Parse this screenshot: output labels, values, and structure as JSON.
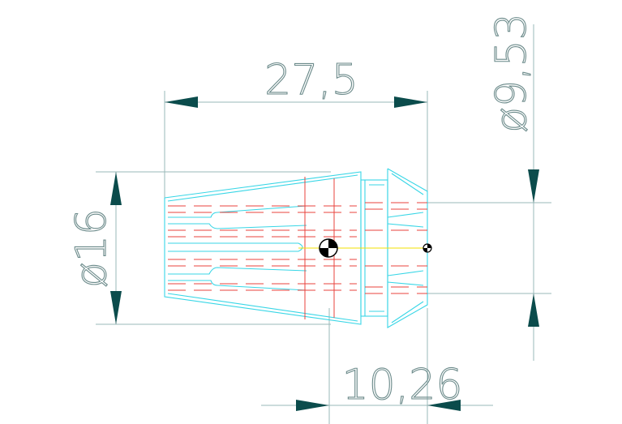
{
  "drawing": {
    "dimensions": {
      "length": "27,5",
      "diameter_large": "ø16",
      "diameter_small": "ø9,53",
      "offset": "10,26"
    },
    "colors": {
      "dimension_lines": "#9ab8b8",
      "dimension_text": "#6b8a8a",
      "arrows": "#0b4c4c",
      "body_outline": "#38d6e6",
      "hidden_lines": "#e8433d",
      "centerline": "#f2e200"
    },
    "icons": [
      "center-of-gravity-marker",
      "center-of-gravity-marker-small"
    ]
  }
}
